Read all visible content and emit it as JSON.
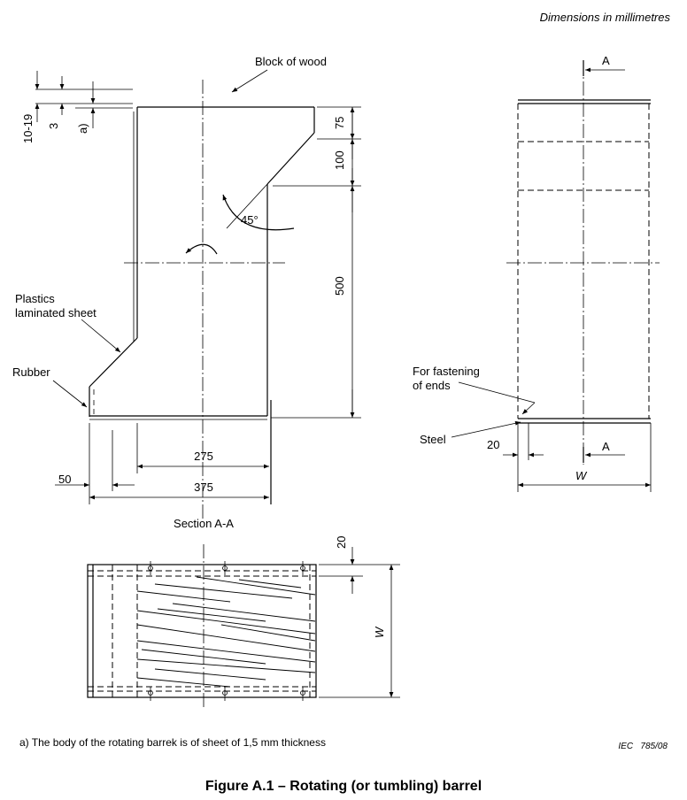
{
  "header": {
    "units_note": "Dimensions in millimetres"
  },
  "section_view": {
    "label_block": "Block of wood",
    "label_plastics_1": "Plastics",
    "label_plastics_2": "laminated sheet",
    "label_rubber": "Rubber",
    "label_angle": "45°",
    "dims": {
      "d10_19": "10-19",
      "d3": "3",
      "note_ref": "a)",
      "d75": "75",
      "d100": "100",
      "d500": "500",
      "d275": "275",
      "d375": "375",
      "d50": "50"
    }
  },
  "side_view": {
    "section_mark_top": "A",
    "section_mark_bottom": "A",
    "label_fastening_1": "For fastening",
    "label_fastening_2": "of ends",
    "label_steel": "Steel",
    "dim_20": "20",
    "dim_w": "W"
  },
  "bottom_view": {
    "title": "Section A-A",
    "dim_20": "20",
    "dim_w": "W"
  },
  "footnote": "a) The body of the rotating barrek is of sheet of 1,5 mm thickness",
  "figure_code": "IEC   785/08",
  "caption": "Figure A.1 – Rotating (or tumbling) barrel"
}
